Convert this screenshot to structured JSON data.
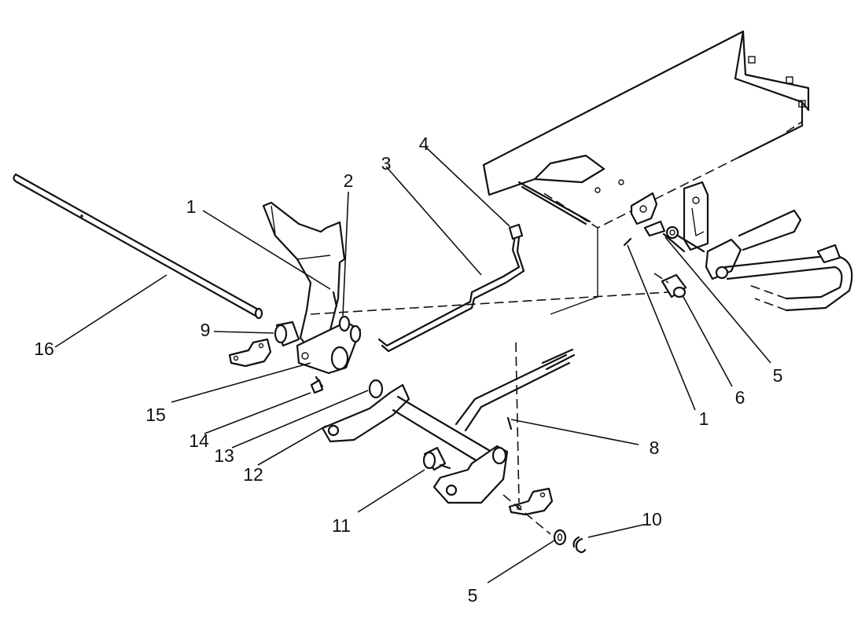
{
  "callouts": [
    {
      "id": "c1a",
      "text": "1"
    },
    {
      "id": "c2",
      "text": "2"
    },
    {
      "id": "c3",
      "text": "3"
    },
    {
      "id": "c4",
      "text": "4"
    },
    {
      "id": "c16",
      "text": "16"
    },
    {
      "id": "c9",
      "text": "9"
    },
    {
      "id": "c15",
      "text": "15"
    },
    {
      "id": "c14",
      "text": "14"
    },
    {
      "id": "c13",
      "text": "13"
    },
    {
      "id": "c12",
      "text": "12"
    },
    {
      "id": "c11",
      "text": "11"
    },
    {
      "id": "c8",
      "text": "8"
    },
    {
      "id": "c10",
      "text": "10"
    },
    {
      "id": "c5b",
      "text": "5"
    },
    {
      "id": "c1b",
      "text": "1"
    },
    {
      "id": "c6",
      "text": "6"
    },
    {
      "id": "c5a",
      "text": "5"
    }
  ]
}
